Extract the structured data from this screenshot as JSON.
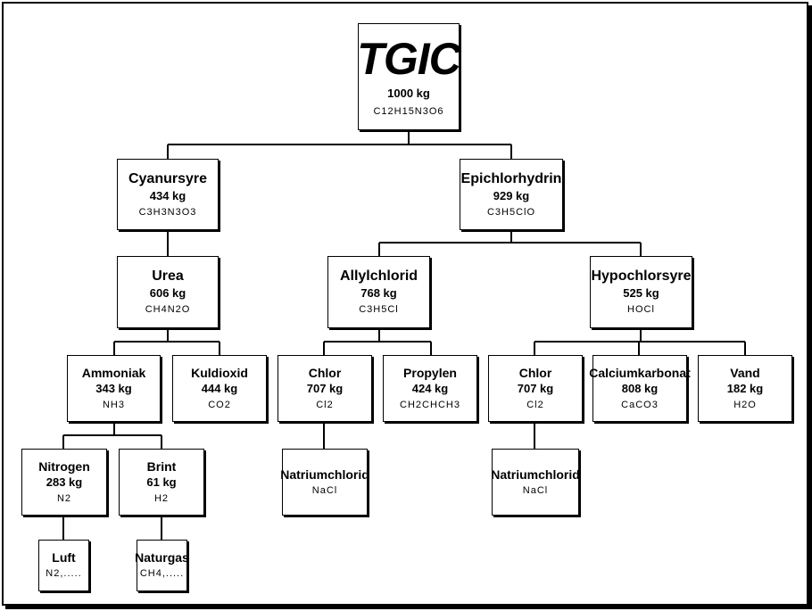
{
  "diagram": {
    "root": {
      "name": "TGIC",
      "mass": "1000 kg",
      "formula": "C12H15N3O6"
    },
    "cyanursyre": {
      "name": "Cyanursyre",
      "mass": "434 kg",
      "formula": "C3H3N3O3"
    },
    "epichlorhydrin": {
      "name": "Epichlorhydrin",
      "mass": "929 kg",
      "formula": "C3H5ClO"
    },
    "urea": {
      "name": "Urea",
      "mass": "606 kg",
      "formula": "CH4N2O"
    },
    "allylchlorid": {
      "name": "Allylchlorid",
      "mass": "768 kg",
      "formula": "C3H5Cl"
    },
    "hypochlorsyre": {
      "name": "Hypochlorsyre",
      "mass": "525 kg",
      "formula": "HOCl"
    },
    "ammoniak": {
      "name": "Ammoniak",
      "mass": "343 kg",
      "formula": "NH3"
    },
    "kuldioxid": {
      "name": "Kuldioxid",
      "mass": "444 kg",
      "formula": "CO2"
    },
    "chlor_a": {
      "name": "Chlor",
      "mass": "707 kg",
      "formula": "Cl2"
    },
    "propylen": {
      "name": "Propylen",
      "mass": "424 kg",
      "formula": "CH2CHCH3"
    },
    "chlor_b": {
      "name": "Chlor",
      "mass": "707 kg",
      "formula": "Cl2"
    },
    "calciumkarbonat": {
      "name": "Calciumkarbonat",
      "mass": "808 kg",
      "formula": "CaCO3"
    },
    "vand": {
      "name": "Vand",
      "mass": "182 kg",
      "formula": "H2O"
    },
    "nitrogen": {
      "name": "Nitrogen",
      "mass": "283 kg",
      "formula": "N2"
    },
    "brint": {
      "name": "Brint",
      "mass": "61 kg",
      "formula": "H2"
    },
    "natriumchlorid_a": {
      "name": "Natriumchlorid",
      "formula": "NaCl"
    },
    "natriumchlorid_b": {
      "name": "Natriumchlorid",
      "formula": "NaCl"
    },
    "luft": {
      "name": "Luft",
      "formula": "N2,....."
    },
    "naturgas": {
      "name": "Naturgas",
      "formula": "CH4,....."
    }
  }
}
